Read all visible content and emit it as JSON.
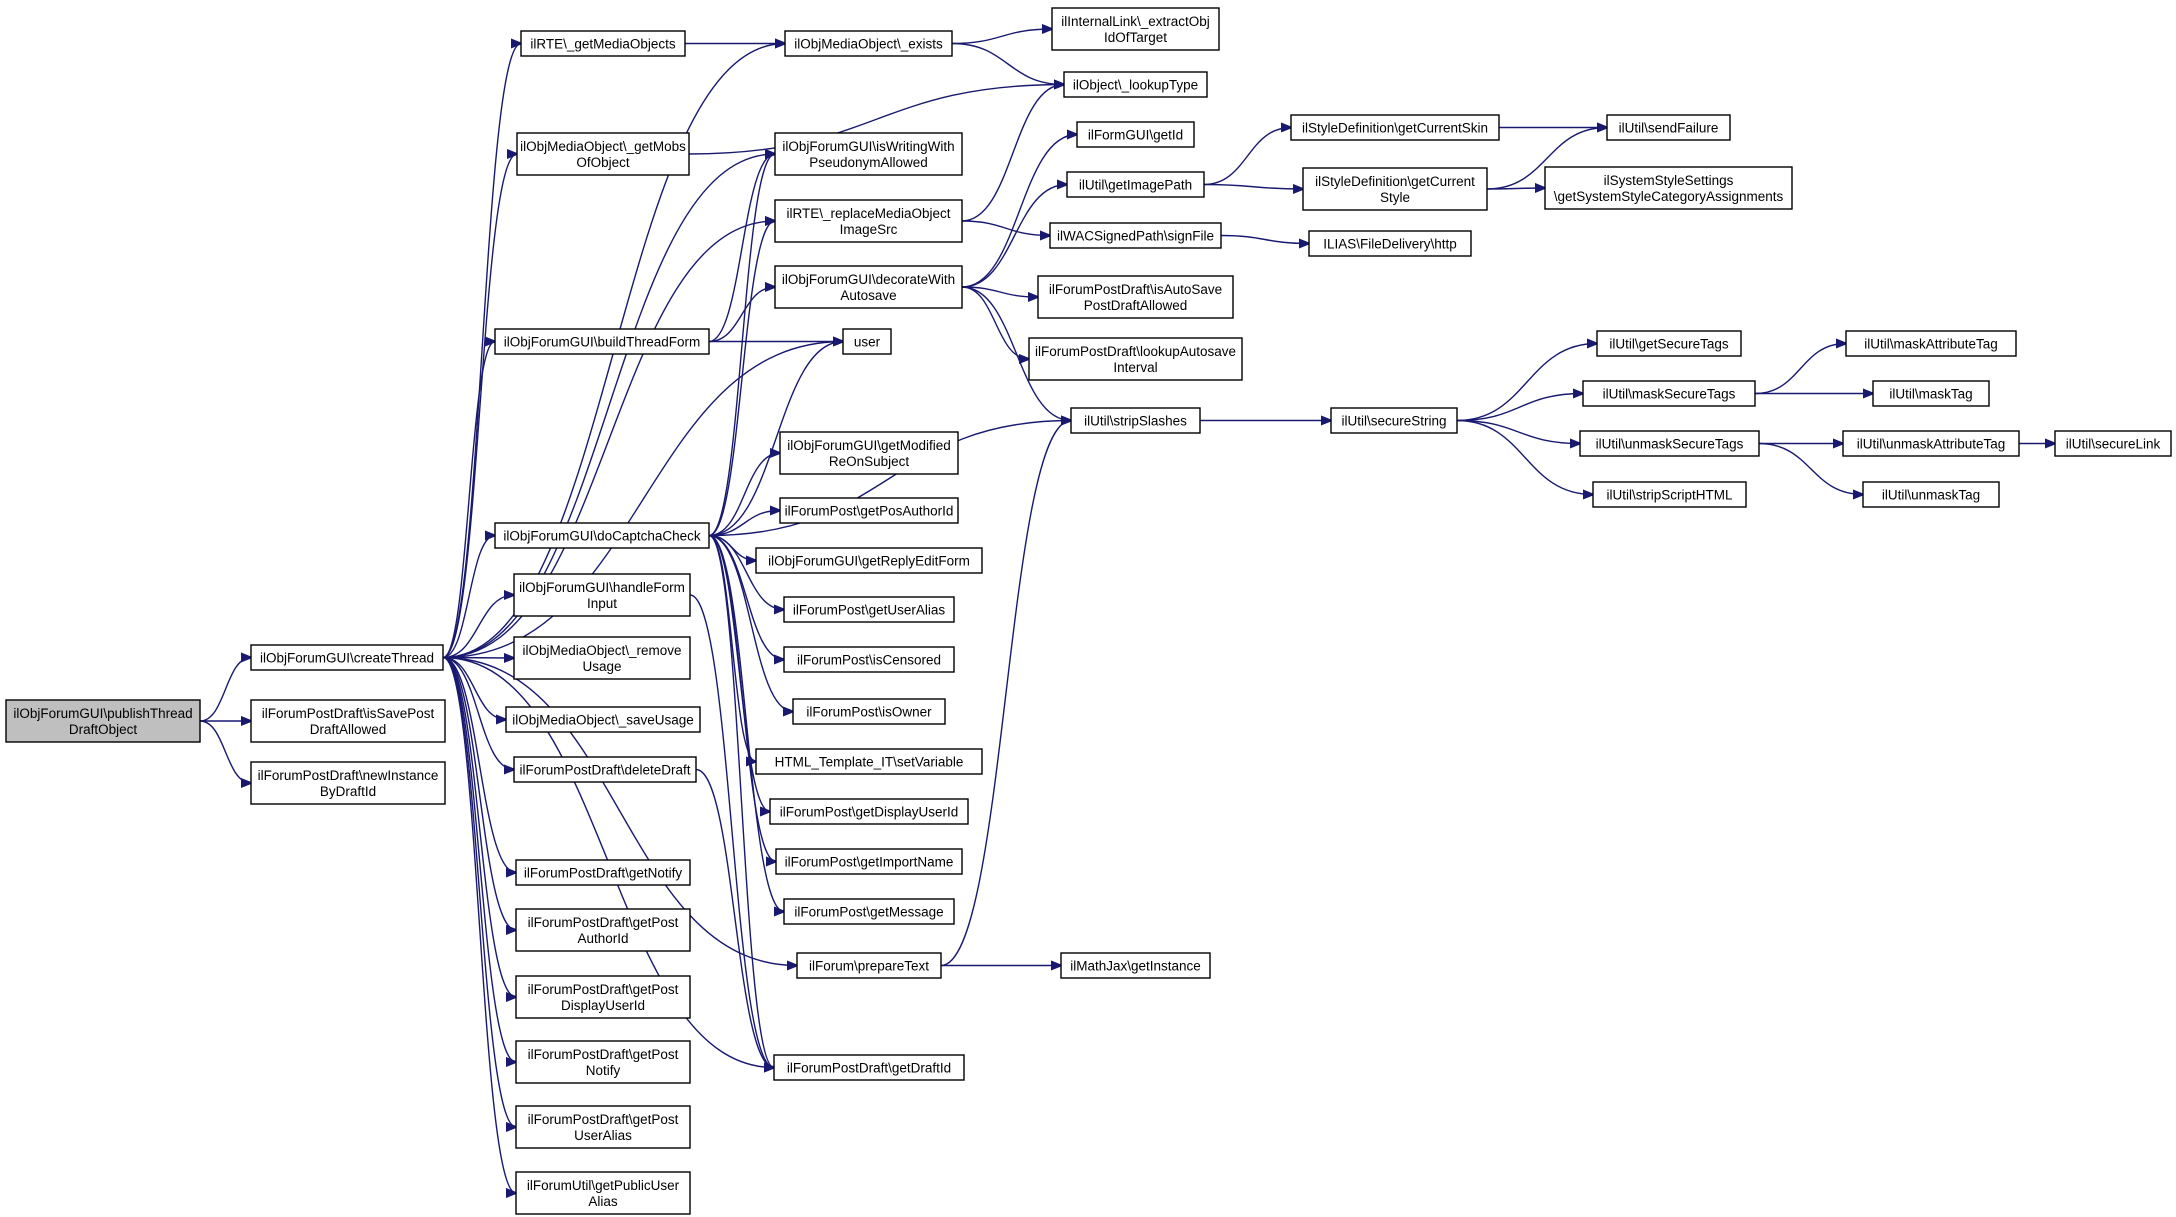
{
  "colors": {
    "edge": "#191970",
    "root_fill": "#bfbfbf",
    "node_fill": "#ffffff",
    "node_border": "#000000"
  },
  "nodes": [
    {
      "id": "n0",
      "lines": [
        "ilObjForumGUI\\publishThread",
        "DraftObject"
      ]
    },
    {
      "id": "n1",
      "lines": [
        "ilObjForumGUI\\createThread"
      ]
    },
    {
      "id": "n2",
      "lines": [
        "ilForumPostDraft\\isSavePost",
        "DraftAllowed"
      ]
    },
    {
      "id": "n3",
      "lines": [
        "ilForumPostDraft\\newInstance",
        "ByDraftId"
      ]
    },
    {
      "id": "n4",
      "lines": [
        "ilRTE\\_getMediaObjects"
      ]
    },
    {
      "id": "n5",
      "lines": [
        "ilObjMediaObject\\_getMobs",
        "OfObject"
      ]
    },
    {
      "id": "n6",
      "lines": [
        "ilObjForumGUI\\buildThreadForm"
      ]
    },
    {
      "id": "n7",
      "lines": [
        "ilObjForumGUI\\doCaptchaCheck"
      ]
    },
    {
      "id": "n8",
      "lines": [
        "ilObjForumGUI\\handleForm",
        "Input"
      ]
    },
    {
      "id": "n9",
      "lines": [
        "ilObjMediaObject\\_remove",
        "Usage"
      ]
    },
    {
      "id": "n10",
      "lines": [
        "ilObjMediaObject\\_saveUsage"
      ]
    },
    {
      "id": "n11",
      "lines": [
        "ilForumPostDraft\\deleteDraft"
      ]
    },
    {
      "id": "n12",
      "lines": [
        "ilForumPostDraft\\getNotify"
      ]
    },
    {
      "id": "n13",
      "lines": [
        "ilForumPostDraft\\getPost",
        "AuthorId"
      ]
    },
    {
      "id": "n14",
      "lines": [
        "ilForumPostDraft\\getPost",
        "DisplayUserId"
      ]
    },
    {
      "id": "n15",
      "lines": [
        "ilForumPostDraft\\getPost",
        "Notify"
      ]
    },
    {
      "id": "n16",
      "lines": [
        "ilForumPostDraft\\getPost",
        "UserAlias"
      ]
    },
    {
      "id": "n17",
      "lines": [
        "ilForumUtil\\getPublicUser",
        "Alias"
      ]
    },
    {
      "id": "n18",
      "lines": [
        "ilObjMediaObject\\_exists"
      ]
    },
    {
      "id": "n19",
      "lines": [
        "ilObjForumGUI\\isWritingWith",
        "PseudonymAllowed"
      ]
    },
    {
      "id": "n20",
      "lines": [
        "ilRTE\\_replaceMediaObject",
        "ImageSrc"
      ]
    },
    {
      "id": "n21",
      "lines": [
        "ilObjForumGUI\\decorateWith",
        "Autosave"
      ]
    },
    {
      "id": "n22",
      "lines": [
        "user"
      ]
    },
    {
      "id": "n23",
      "lines": [
        "ilObjForumGUI\\getModified",
        "ReOnSubject"
      ]
    },
    {
      "id": "n24",
      "lines": [
        "ilForumPost\\getPosAuthorId"
      ]
    },
    {
      "id": "n25",
      "lines": [
        "ilObjForumGUI\\getReplyEditForm"
      ]
    },
    {
      "id": "n26",
      "lines": [
        "ilForumPost\\getUserAlias"
      ]
    },
    {
      "id": "n27",
      "lines": [
        "ilForumPost\\isCensored"
      ]
    },
    {
      "id": "n28",
      "lines": [
        "ilForumPost\\isOwner"
      ]
    },
    {
      "id": "n29",
      "lines": [
        "HTML_Template_IT\\setVariable"
      ]
    },
    {
      "id": "n30",
      "lines": [
        "ilForumPost\\getDisplayUserId"
      ]
    },
    {
      "id": "n31",
      "lines": [
        "ilForumPost\\getImportName"
      ]
    },
    {
      "id": "n32",
      "lines": [
        "ilForumPost\\getMessage"
      ]
    },
    {
      "id": "n33",
      "lines": [
        "ilForum\\prepareText"
      ]
    },
    {
      "id": "n34",
      "lines": [
        "ilForumPostDraft\\getDraftId"
      ]
    },
    {
      "id": "n35",
      "lines": [
        "ilInternalLink\\_extractObj",
        "IdOfTarget"
      ]
    },
    {
      "id": "n36",
      "lines": [
        "ilObject\\_lookupType"
      ]
    },
    {
      "id": "n37",
      "lines": [
        "ilFormGUI\\getId"
      ]
    },
    {
      "id": "n38",
      "lines": [
        "ilUtil\\getImagePath"
      ]
    },
    {
      "id": "n39",
      "lines": [
        "ilWACSignedPath\\signFile"
      ]
    },
    {
      "id": "n40",
      "lines": [
        "ilForumPostDraft\\isAutoSave",
        "PostDraftAllowed"
      ]
    },
    {
      "id": "n41",
      "lines": [
        "ilForumPostDraft\\lookupAutosave",
        "Interval"
      ]
    },
    {
      "id": "n42",
      "lines": [
        "ilUtil\\stripSlashes"
      ]
    },
    {
      "id": "n43",
      "lines": [
        "ilMathJax\\getInstance"
      ]
    },
    {
      "id": "n44",
      "lines": [
        "ilStyleDefinition\\getCurrentSkin"
      ]
    },
    {
      "id": "n45",
      "lines": [
        "ilStyleDefinition\\getCurrent",
        "Style"
      ]
    },
    {
      "id": "n46",
      "lines": [
        "ILIAS\\FileDelivery\\http"
      ]
    },
    {
      "id": "n47",
      "lines": [
        "ilUtil\\secureString"
      ]
    },
    {
      "id": "n48",
      "lines": [
        "ilUtil\\sendFailure"
      ]
    },
    {
      "id": "n49",
      "lines": [
        "ilSystemStyleSettings",
        "\\getSystemStyleCategoryAssignments"
      ]
    },
    {
      "id": "n50",
      "lines": [
        "ilUtil\\getSecureTags"
      ]
    },
    {
      "id": "n51",
      "lines": [
        "ilUtil\\maskSecureTags"
      ]
    },
    {
      "id": "n52",
      "lines": [
        "ilUtil\\unmaskSecureTags"
      ]
    },
    {
      "id": "n53",
      "lines": [
        "ilUtil\\stripScriptHTML"
      ]
    },
    {
      "id": "n54",
      "lines": [
        "ilUtil\\maskAttributeTag"
      ]
    },
    {
      "id": "n55",
      "lines": [
        "ilUtil\\maskTag"
      ]
    },
    {
      "id": "n56",
      "lines": [
        "ilUtil\\unmaskAttributeTag"
      ]
    },
    {
      "id": "n57",
      "lines": [
        "ilUtil\\unmaskTag"
      ]
    },
    {
      "id": "n58",
      "lines": [
        "ilUtil\\secureLink"
      ]
    }
  ],
  "edges": [
    [
      "n0",
      "n1"
    ],
    [
      "n0",
      "n2"
    ],
    [
      "n0",
      "n3"
    ],
    [
      "n1",
      "n4"
    ],
    [
      "n1",
      "n5"
    ],
    [
      "n1",
      "n6"
    ],
    [
      "n1",
      "n7"
    ],
    [
      "n1",
      "n8"
    ],
    [
      "n1",
      "n9"
    ],
    [
      "n1",
      "n10"
    ],
    [
      "n1",
      "n11"
    ],
    [
      "n1",
      "n12"
    ],
    [
      "n1",
      "n13"
    ],
    [
      "n1",
      "n14"
    ],
    [
      "n1",
      "n15"
    ],
    [
      "n1",
      "n16"
    ],
    [
      "n1",
      "n17"
    ],
    [
      "n1",
      "n18"
    ],
    [
      "n1",
      "n19"
    ],
    [
      "n1",
      "n20"
    ],
    [
      "n1",
      "n22"
    ],
    [
      "n1",
      "n33"
    ],
    [
      "n1",
      "n34"
    ],
    [
      "n4",
      "n18"
    ],
    [
      "n5",
      "n36"
    ],
    [
      "n18",
      "n35"
    ],
    [
      "n18",
      "n36"
    ],
    [
      "n20",
      "n36"
    ],
    [
      "n20",
      "n39"
    ],
    [
      "n6",
      "n19"
    ],
    [
      "n6",
      "n21"
    ],
    [
      "n6",
      "n22"
    ],
    [
      "n7",
      "n19"
    ],
    [
      "n7",
      "n20"
    ],
    [
      "n7",
      "n22"
    ],
    [
      "n7",
      "n23"
    ],
    [
      "n7",
      "n24"
    ],
    [
      "n7",
      "n25"
    ],
    [
      "n7",
      "n26"
    ],
    [
      "n7",
      "n27"
    ],
    [
      "n7",
      "n28"
    ],
    [
      "n7",
      "n29"
    ],
    [
      "n7",
      "n30"
    ],
    [
      "n7",
      "n31"
    ],
    [
      "n7",
      "n32"
    ],
    [
      "n7",
      "n34"
    ],
    [
      "n7",
      "n42"
    ],
    [
      "n8",
      "n34"
    ],
    [
      "n11",
      "n34"
    ],
    [
      "n21",
      "n37"
    ],
    [
      "n21",
      "n38"
    ],
    [
      "n21",
      "n40"
    ],
    [
      "n21",
      "n41"
    ],
    [
      "n21",
      "n42"
    ],
    [
      "n33",
      "n42"
    ],
    [
      "n33",
      "n43"
    ],
    [
      "n38",
      "n44"
    ],
    [
      "n38",
      "n45"
    ],
    [
      "n44",
      "n48"
    ],
    [
      "n45",
      "n48"
    ],
    [
      "n45",
      "n49"
    ],
    [
      "n39",
      "n46"
    ],
    [
      "n42",
      "n47"
    ],
    [
      "n47",
      "n50"
    ],
    [
      "n47",
      "n51"
    ],
    [
      "n47",
      "n52"
    ],
    [
      "n47",
      "n53"
    ],
    [
      "n51",
      "n54"
    ],
    [
      "n51",
      "n55"
    ],
    [
      "n52",
      "n56"
    ],
    [
      "n52",
      "n57"
    ],
    [
      "n56",
      "n58"
    ]
  ]
}
